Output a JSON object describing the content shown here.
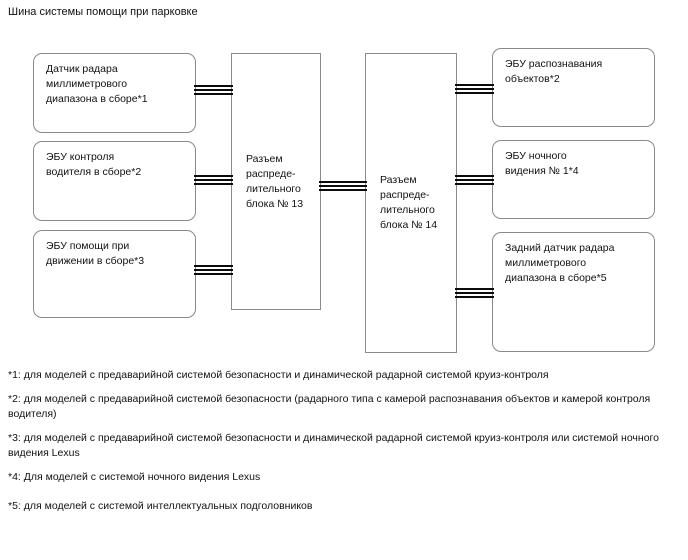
{
  "diagram": {
    "title": "Шина системы помощи при парковке",
    "type": "block-diagram",
    "line_color": "#8a8a8a",
    "bus_color": "#0b0b0b",
    "background": "#ffffff"
  },
  "nodes": {
    "left": [
      {
        "id": "radar-front",
        "label": "Датчик радара\nмиллиметрового\nдиапазона в сборе*1",
        "shape": "rounded"
      },
      {
        "id": "driver-monitor-ecu",
        "label": "ЭБУ контроля\nводителя в сборе*2",
        "shape": "rounded"
      },
      {
        "id": "driving-assist-ecu",
        "label": "ЭБУ помощи при\nдвижении в сборе*3",
        "shape": "rounded"
      }
    ],
    "center": [
      {
        "id": "junction-13",
        "label": "Разъем\nраспреде-\nлительного\nблока № 13",
        "shape": "square"
      },
      {
        "id": "junction-14",
        "label": "Разъем\nраспреде-\nлительного\nблока № 14",
        "shape": "square"
      }
    ],
    "right": [
      {
        "id": "object-recognition-ecu",
        "label": "ЭБУ распознавания\nобъектов*2",
        "shape": "rounded"
      },
      {
        "id": "night-view-ecu",
        "label": "ЭБУ ночного\nвидения № 1*4",
        "shape": "rounded"
      },
      {
        "id": "radar-rear",
        "label": "Задний датчик радара\nмиллиметрового\nдиапазона в сборе*5",
        "shape": "rounded"
      }
    ]
  },
  "footnotes": [
    "*1: для моделей с предаварийной системой безопасности и динамической радарной системой круиз-контроля",
    "*2: для моделей с предаварийной системой безопасности (радарного типа с камерой распознавания объектов и камерой контроля водителя)",
    "*3: для моделей с предаварийной системой безопасности и динамической радарной системой круиз-контроля или системой ночного видения Lexus",
    "*4: Для моделей с системой ночного видения Lexus",
    "*5: для моделей с системой интеллектуальных подголовников"
  ]
}
